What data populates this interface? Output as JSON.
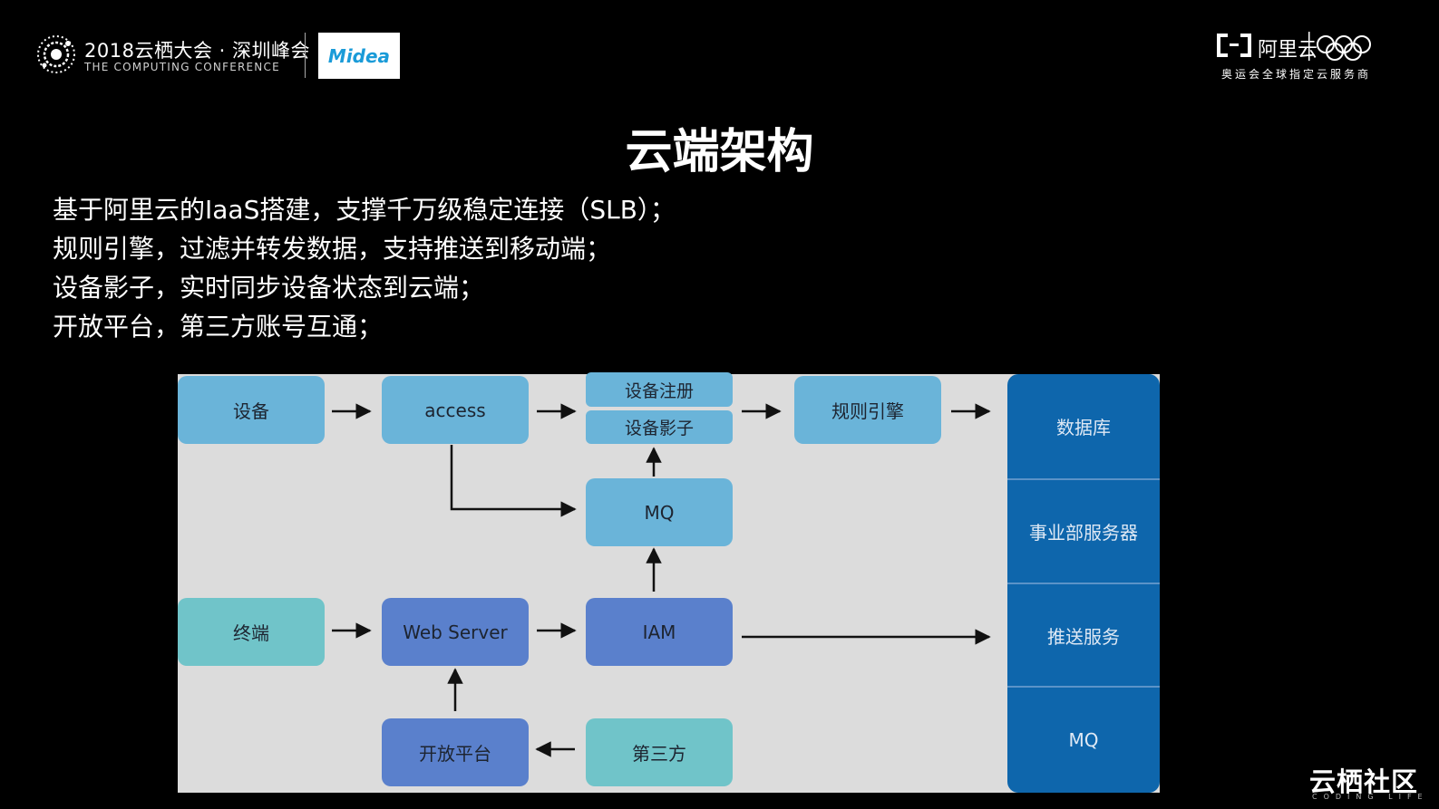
{
  "header": {
    "conference_title": "2018云栖大会 · 深圳峰会",
    "conference_subtitle": "THE COMPUTING CONFERENCE",
    "partner_logo_text": "Midea",
    "aliyun_text": "阿里云",
    "aliyun_subtitle": "奥运会全球指定云服务商"
  },
  "slide": {
    "title": "云端架构",
    "bullets": [
      "基于阿里云的IaaS搭建，支撑千万级稳定连接（SLB）；",
      "规则引擎，过滤并转发数据，支持推送到移动端；",
      "设备影子，实时同步设备状态到云端；",
      "开放平台，第三方账号互通；"
    ]
  },
  "diagram": {
    "nodes": {
      "device": "设备",
      "access": "access",
      "device_register": "设备注册",
      "device_shadow": "设备影子",
      "rule_engine": "规则引擎",
      "mq": "MQ",
      "terminal": "终端",
      "web_server": "Web Server",
      "iam": "IAM",
      "open_platform": "开放平台",
      "third_party": "第三方"
    },
    "storage": [
      "数据库",
      "事业部服务器",
      "推送服务",
      "MQ"
    ],
    "colors": {
      "light": "#6ab4d9",
      "teal": "#70c4c9",
      "blue": "#5a80cc",
      "storage": "#0e66ac",
      "canvas": "#dcdcdc"
    }
  },
  "footer": {
    "brand": "云栖社区",
    "tagline": "CODING LIFE"
  }
}
